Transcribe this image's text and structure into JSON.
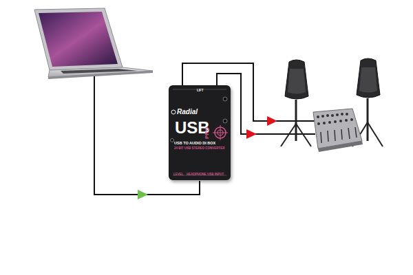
{
  "diagram": {
    "nodes": [
      {
        "text": [
          "Radial",
          "USB",
          "PRO",
          "USB TO AUDIO DI BOX",
          "24 BIT USB STEREO CONVERTER"
        ]
      }
    ],
    "labels": [
      "LIFT",
      "LEVEL",
      "HEADPHONE",
      "USB INPUT"
    ]
  }
}
